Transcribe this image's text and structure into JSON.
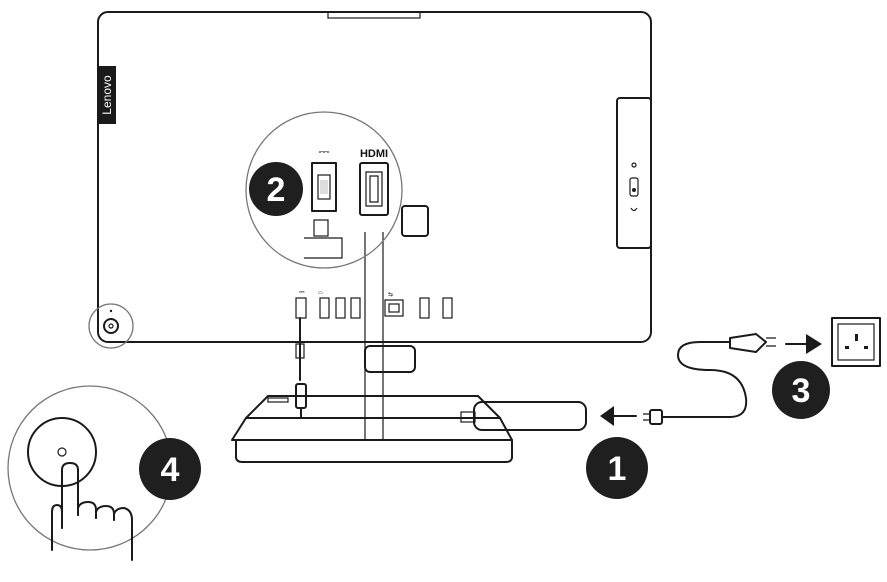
{
  "brand": {
    "logo_text": "Lenovo"
  },
  "ports": {
    "power_symbol": "⎓",
    "hdmi_label": "HDMI"
  },
  "steps": [
    {
      "id": "step-1",
      "number": "1"
    },
    {
      "id": "step-2",
      "number": "2"
    },
    {
      "id": "step-3",
      "number": "3"
    },
    {
      "id": "step-4",
      "number": "4"
    }
  ],
  "colors": {
    "ink": "#1a1a1a",
    "badge": "#1f1f1f",
    "panel": "#ffffff"
  }
}
